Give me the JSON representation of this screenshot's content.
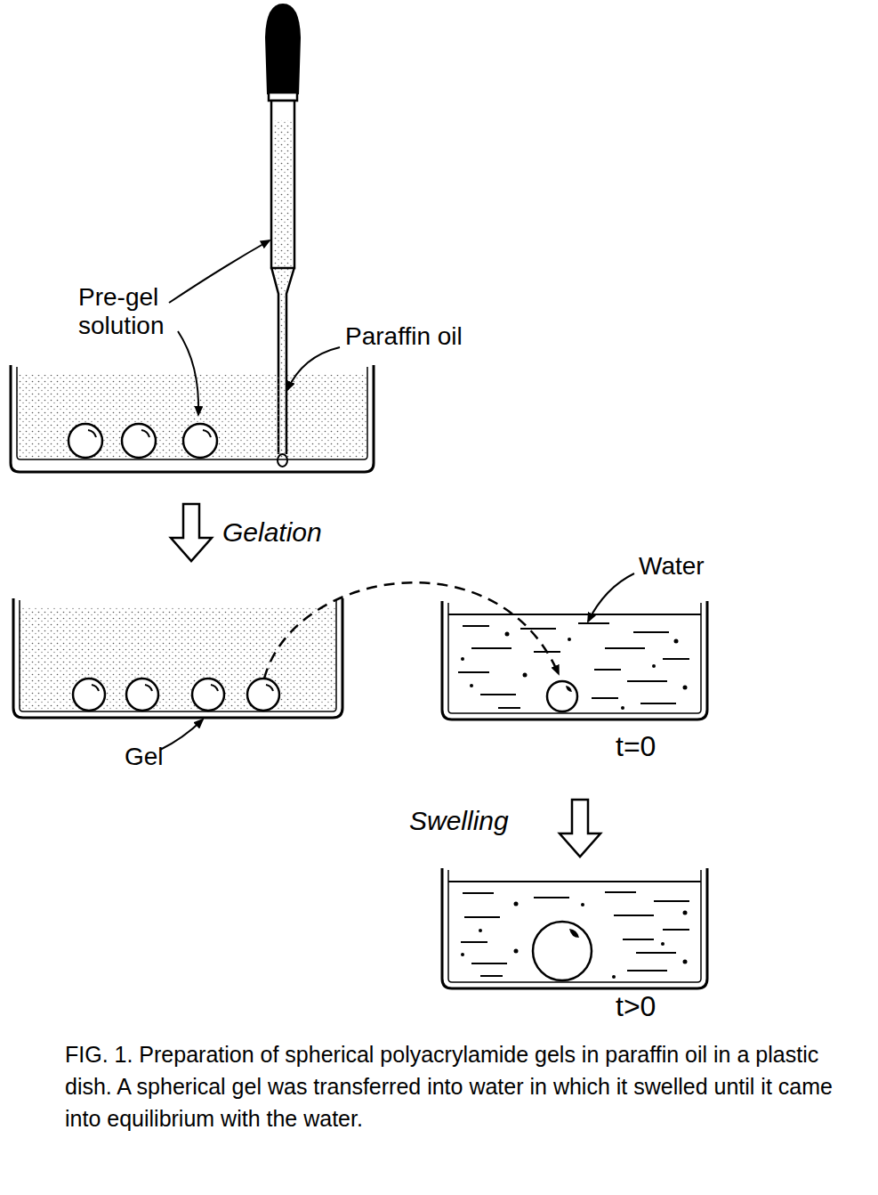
{
  "diagram": {
    "caption": "FIG. 1. Preparation of spherical polyacrylamide gels in paraffin oil in a plastic dish. A spherical gel was transferred into water in which it swelled until it came into equilibrium with the water.",
    "labels": [
      "Pre-gel solution",
      "Paraffin oil",
      "Gelation",
      "Gel",
      "Water",
      "t=0",
      "Swelling",
      "t>0"
    ]
  }
}
